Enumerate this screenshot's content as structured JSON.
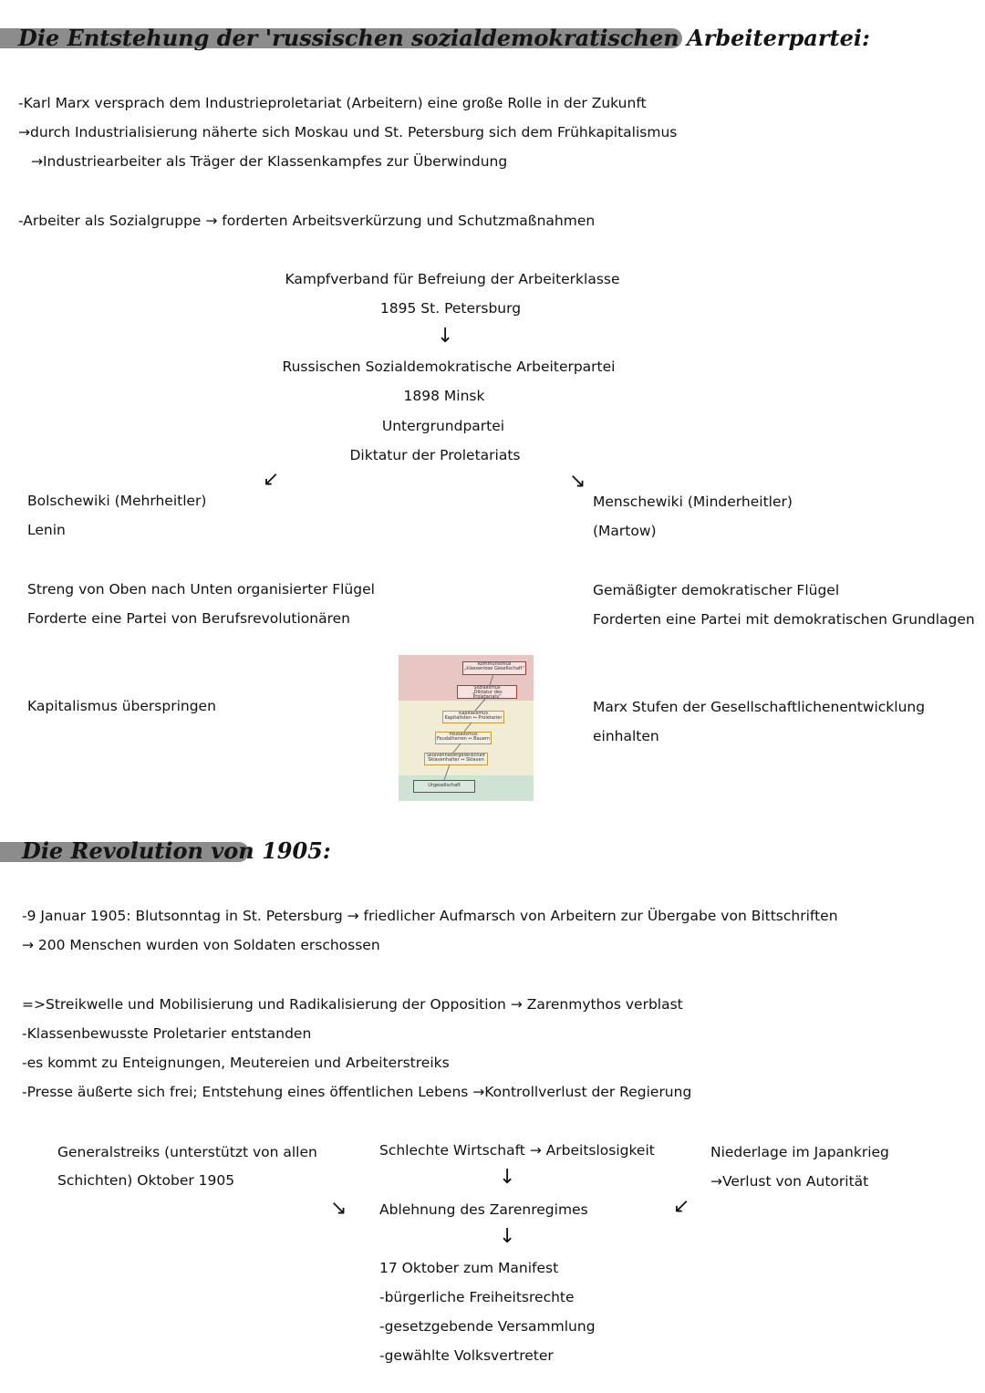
{
  "section1": {
    "title": "Die Entstehung der 'russischen sozialdemokratischen Arbeiterpartei:",
    "lines": [
      "-Karl Marx versprach dem Industrieproletariat (Arbeitern) eine große Rolle in der Zukunft",
      "→durch Industrialisierung näherte sich Moskau und St. Petersburg sich dem Frühkapitalismus",
      "→Industriearbeiter als Träger der Klassenkampfes zur Überwindung",
      "-Arbeiter als Sozialgruppe → forderten Arbeitsverkürzung und Schutzmaßnahmen"
    ],
    "flow": {
      "org1": "Kampfverband für Befreiung der Arbeiterklasse",
      "org1_detail": "1895 St. Petersburg",
      "arrow": "↓",
      "org2": "Russischen Sozialdemokratische Arbeiterpartei",
      "org2_place": "1898 Minsk",
      "org2_type": "Untergrundpartei",
      "org2_goal": "Diktatur der Proletariats",
      "arrow_left": "↙",
      "arrow_right": "↘"
    },
    "left": {
      "name": "Bolschewiki (Mehrheitler)",
      "leader": "Lenin",
      "org": "Streng von Oben nach Unten organisierter Flügel",
      "demand": "Forderte eine Partei von Berufsrevolutionären",
      "view": "Kapitalismus überspringen"
    },
    "right": {
      "name": "Menschewiki (Minderheitler)",
      "leader": "(Martow)",
      "org": "Gemäßigter demokratischer Flügel",
      "demand": "Forderten eine Partei mit demokratischen Grundlagen",
      "view1": "Marx Stufen der Gesellschaftlichenentwicklung",
      "view2": "einhalten"
    },
    "pyramid": {
      "stages": [
        {
          "name": "Kommunismus",
          "sub": "„klassenlose Gesellschaft“"
        },
        {
          "name": "Sozialismus",
          "sub": "„Diktatur des Proletariats“"
        },
        {
          "name": "Kapitalismus",
          "sub": "Kapitalisten ↔ Proletarier"
        },
        {
          "name": "Feudalismus",
          "sub": "Feudalherren ↔ Bauern"
        },
        {
          "name": "Sklavenhaltergesellschaft",
          "sub": "Sklavenhalter ↔ Sklaven"
        },
        {
          "name": "Urgesellschaft",
          "sub": ""
        }
      ],
      "colors": {
        "top": "#e8c6c4",
        "middle": "#f1ecd4",
        "bottom": "#cfe3d4"
      }
    }
  },
  "section2": {
    "title": "Die Revolution von 1905:",
    "lines": [
      "-9 Januar 1905: Blutsonntag in St. Petersburg → friedlicher Aufmarsch von Arbeitern zur Übergabe von Bittschriften",
      "→ 200 Menschen wurden von Soldaten erschossen",
      "=>Streikwelle und Mobilisierung und Radikalisierung der Opposition → Zarenmythos verblast",
      "-Klassenbewusste Proletarier entstanden",
      "-es kommt zu Enteignungen, Meutereien und Arbeiterstreiks",
      "-Presse äußerte sich frei; Entstehung eines öffentlichen Lebens →Kontrollverlust der Regierung"
    ],
    "causes": {
      "left1": "Generalstreiks (unterstützt von allen",
      "left2": "Schichten) Oktober 1905",
      "center": "Schlechte Wirtschaft → Arbeitslosigkeit",
      "right1": "Niederlage im Japankrieg",
      "right2": "→Verlust von Autorität",
      "arrow_down": "↓",
      "arrow_left_in": "↘",
      "arrow_right_in": "↙"
    },
    "result": "Ablehnung des Zarenregimes",
    "manifest": [
      "17 Oktober zum Manifest",
      "-bürgerliche Freiheitsrechte",
      "-gesetzgebende Versammlung",
      "-gewählte Volksvertreter"
    ]
  }
}
